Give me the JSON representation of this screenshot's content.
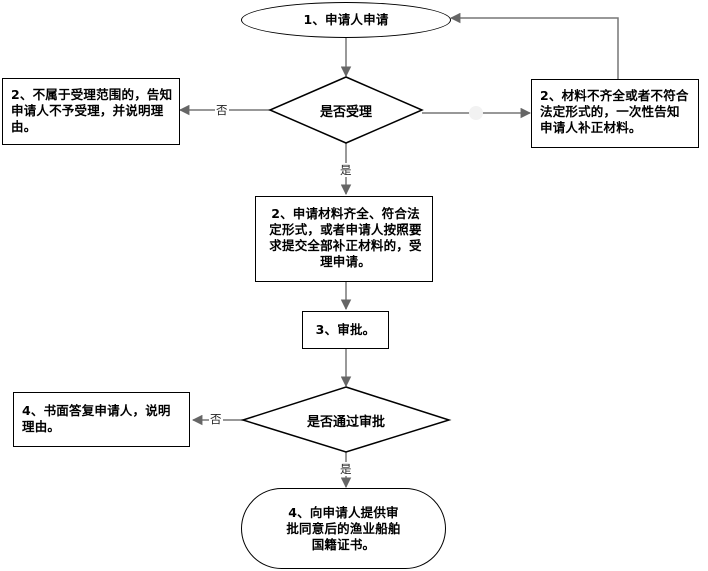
{
  "nodes": {
    "start": "1、申请人申请",
    "reject_out_of_scope": "2、不属于受理范围的，告知申请人不予受理，并说明理由。",
    "decision_accept": "是否受理",
    "supplement_notice": "2、材料不齐全或者不符合法定形式的，一次性告知申请人补正材料。",
    "accept_application": "2、申请材料齐全、符合法定形式，或者申请人按照要求提交全部补正材料的，受理申请。",
    "approval": "3、审批。",
    "decision_approve": "是否通过审批",
    "written_reply": "4、书面答复申请人，说明理由。",
    "issue_certificate": "4、向申请人提供审批同意后的渔业船舶国籍证书。"
  },
  "edge_labels": {
    "no_accept": "否",
    "yes_accept": "是",
    "no_approve": "否",
    "yes_approve": "是"
  }
}
